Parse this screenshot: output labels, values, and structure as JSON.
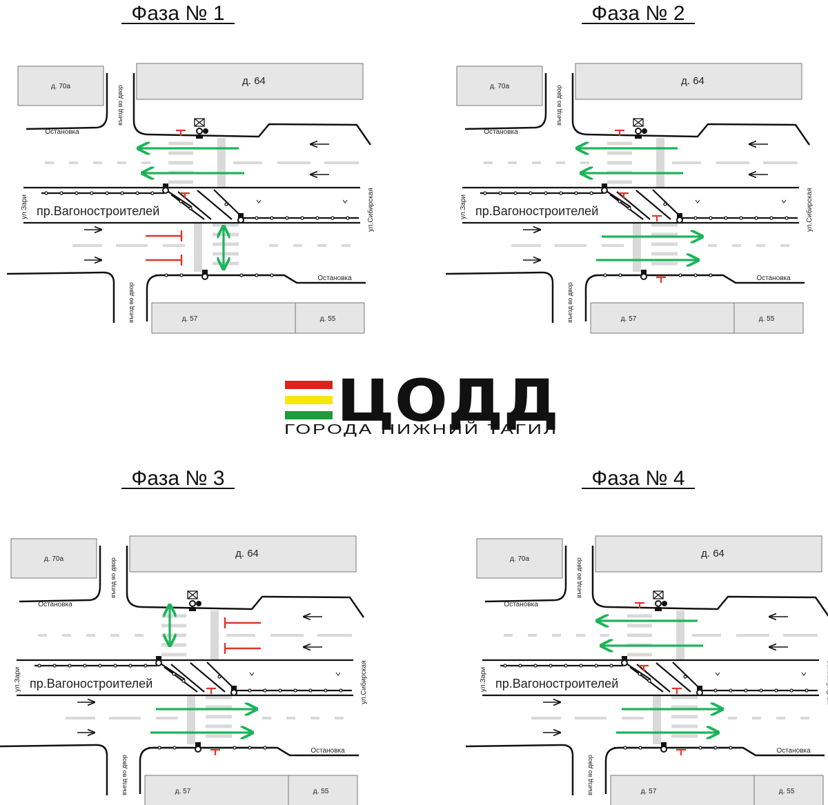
{
  "org": {
    "title": "ЦОДД",
    "subtitle": "ГОРОДА НИЖНИЙ ТАГИЛ",
    "colors": {
      "red": "#e0221c",
      "yellow": "#f7e60d",
      "green": "#1e9b3a",
      "text": "#111111"
    }
  },
  "colors": {
    "go_arrow": "#1db35a",
    "stop": "#e0342a",
    "building": "#e6e6e6",
    "crosswalk": "#d9d9d9",
    "road": "#111111"
  },
  "labels": {
    "building_64": "д. 64",
    "building_70a": "д. 70а",
    "building_57": "д. 57",
    "building_55": "д. 55",
    "stop_label": "Остановка",
    "yard_entrance": "въезд во двор",
    "street_main": "пр.Вагоностроителей",
    "street_left": "ул.Зари",
    "street_right": "ул.Сибирская"
  },
  "phases": [
    {
      "title": "Фаза № 1",
      "go": [
        "top_left",
        "ped_right"
      ],
      "stop": [
        "bottom_right",
        "ped_left"
      ]
    },
    {
      "title": "Фаза № 2",
      "go": [
        "top_left",
        "bottom_right"
      ],
      "stop": [
        "ped_left",
        "ped_right"
      ]
    },
    {
      "title": "Фаза № 3",
      "go": [
        "bottom_right",
        "ped_left"
      ],
      "stop": [
        "top_left",
        "ped_right"
      ]
    },
    {
      "title": "Фаза № 4",
      "go": [
        "top_left",
        "bottom_right"
      ],
      "stop": [
        "ped_left",
        "ped_right"
      ]
    }
  ]
}
